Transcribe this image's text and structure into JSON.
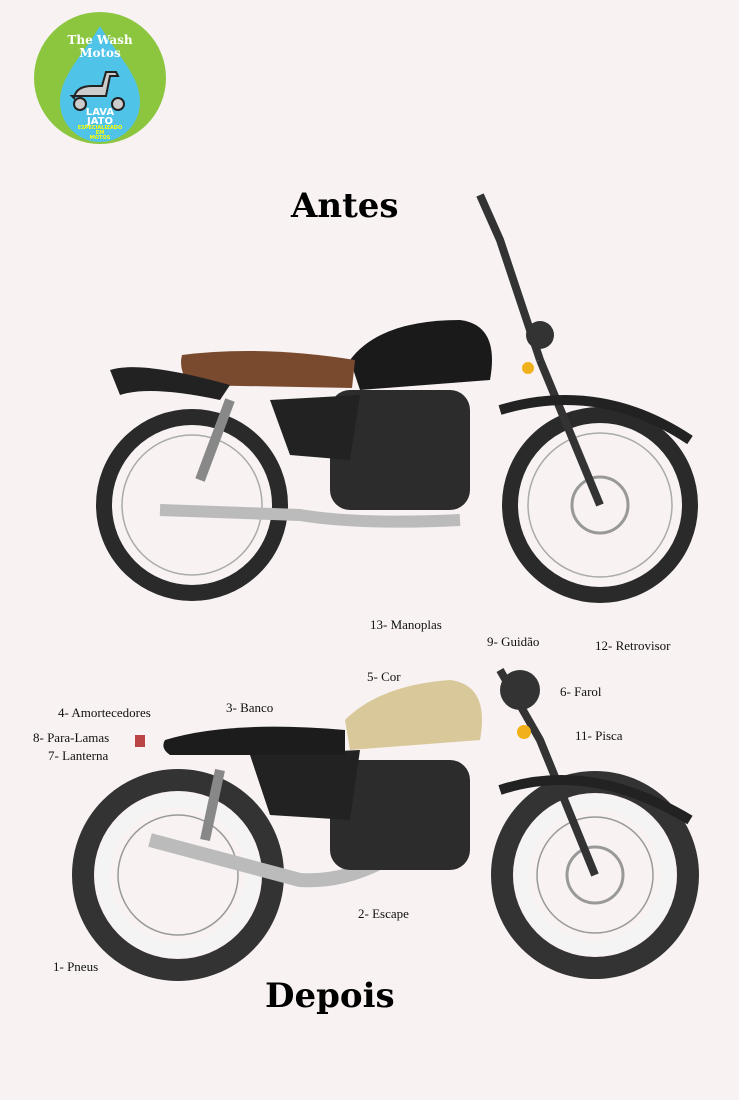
{
  "logo": {
    "name_line1": "The Wash",
    "name_line2": "Motos",
    "service_line1": "LAVA",
    "service_line2": "JATO",
    "tagline_line1": "ESPECIALIZADO",
    "tagline_line2": "EM",
    "tagline_line3": "MOTOS",
    "colors": {
      "ring": "#8cc63f",
      "drop": "#4fc3e8"
    }
  },
  "before_title": "Antes",
  "after_title": "Depois",
  "parts": [
    "1- Pneus",
    "2- Escape",
    "3- Banco",
    "4- Amortecedores",
    "5- Cor",
    "6- Farol",
    "7- Lanterna",
    "8- Para-Lamas",
    "9- Guidão",
    "11- Pisca",
    "12- Retrovisor",
    "13- Manoplas"
  ],
  "colors": {
    "before_seat": "#7a4a2e",
    "after_tank": "#d9c99a",
    "body": "#1c1c1c"
  }
}
